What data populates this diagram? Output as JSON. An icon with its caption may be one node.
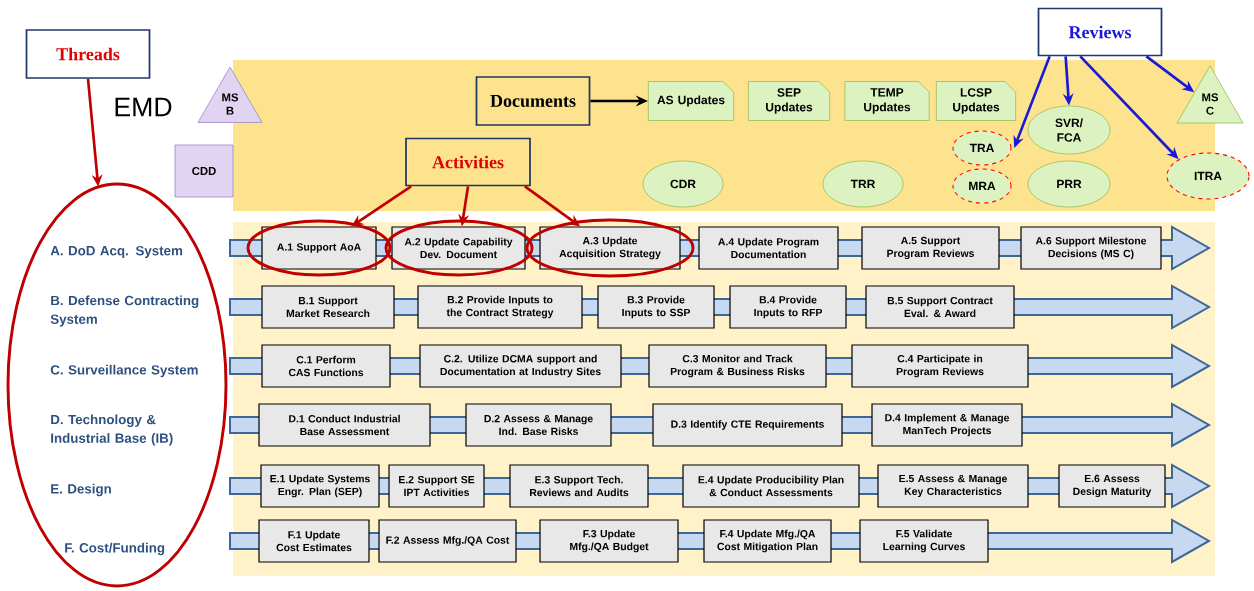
{
  "diagram": {
    "nodes": [
      {
        "text": [
          "Threads"
        ]
      },
      {
        "text": [
          "A. DoD Acq. System",
          "B. Defense Contracting System",
          "C. Surveillance System",
          "D. Technology & Industrial Base (IB)",
          "E. Design",
          "F. Cost/Funding"
        ]
      },
      {
        "text": [
          "MS B"
        ]
      },
      {
        "text": [
          "CDD"
        ]
      },
      {
        "text": [
          "Documents"
        ]
      },
      {
        "text": [
          "AS Updates"
        ]
      },
      {
        "text": [
          "SEP Updates"
        ]
      },
      {
        "text": [
          "TEMP Updates"
        ]
      },
      {
        "text": [
          "LCSP Updates"
        ]
      },
      {
        "text": [
          "Reviews"
        ]
      },
      {
        "text": [
          "MS C"
        ]
      },
      {
        "text": [
          "SVR/ FCA"
        ]
      },
      {
        "text": [
          "Activities"
        ]
      },
      {
        "text": [
          "TRA"
        ]
      },
      {
        "text": [
          "CDR"
        ]
      },
      {
        "text": [
          "TRR"
        ]
      },
      {
        "text": [
          "MRA"
        ]
      },
      {
        "text": [
          "PRR"
        ]
      },
      {
        "text": [
          "ITRA"
        ]
      },
      {
        "text": [
          "A.1 Support AoA"
        ]
      },
      {
        "text": [
          "A.2 Update Capability Dev. Document"
        ]
      },
      {
        "text": [
          "A.3 Update Acquisition Strategy"
        ]
      },
      {
        "text": [
          "A.4 Update Program Documentation"
        ]
      },
      {
        "text": [
          "A.5 Support Program Reviews"
        ]
      },
      {
        "text": [
          "A.6 Support Milestone Decisions (MS C)"
        ]
      },
      {
        "text": [
          "B.1 Support Market Research"
        ]
      },
      {
        "text": [
          "B.2 Provide Inputs to the Contract Strategy"
        ]
      },
      {
        "text": [
          "B.3 Provide Inputs to SSP"
        ]
      },
      {
        "text": [
          "B.4 Provide Inputs to RFP"
        ]
      },
      {
        "text": [
          "B.5 Support Contract Eval. & Award"
        ]
      },
      {
        "text": [
          "C.1 Perform CAS Functions"
        ]
      },
      {
        "text": [
          "C.2. Utilize DCMA support and Documentation at Industry Sites"
        ]
      },
      {
        "text": [
          "C.3 Monitor and Track Program & Business Risks"
        ]
      },
      {
        "text": [
          "C.4 Participate in Program Reviews"
        ]
      },
      {
        "text": [
          "D.1 Conduct Industrial Base Assessment"
        ]
      },
      {
        "text": [
          "D.2 Assess & Manage Ind. Base Risks"
        ]
      },
      {
        "text": [
          "D.3 Identify CTE Requirements"
        ]
      },
      {
        "text": [
          "D.4 Implement & Manage ManTech Projects"
        ]
      },
      {
        "text": [
          "E.1 Update Systems Engr. Plan (SEP)"
        ]
      },
      {
        "text": [
          "E.2 Support SE IPT Activities"
        ]
      },
      {
        "text": [
          "E.3 Support Tech. Reviews and Audits"
        ]
      },
      {
        "text": [
          "E.4 Update Producibility Plan & Conduct Assessments"
        ]
      },
      {
        "text": [
          "E.5 Assess & Manage Key Characteristics"
        ]
      },
      {
        "text": [
          "E.6 Assess Design Maturity"
        ]
      },
      {
        "text": [
          "F.1 Update Cost Estimates"
        ]
      },
      {
        "text": [
          "F.2 Assess Mfg./QA Cost"
        ]
      },
      {
        "text": [
          "F.3  Update Mfg./QA Budget"
        ]
      },
      {
        "text": [
          "F.4 Update Mfg./QA Cost Mitigation Plan"
        ]
      },
      {
        "text": [
          "F.5 Validate Learning Curves"
        ]
      }
    ],
    "edges": [
      {
        "from": 0,
        "to": 1,
        "arrow": "to",
        "color": "#c00000"
      },
      {
        "from": 4,
        "to": 5,
        "arrow": "to",
        "color": "#000000"
      },
      {
        "from": 12,
        "to": 19,
        "arrow": "to",
        "color": "#c00000"
      },
      {
        "from": 12,
        "to": 20,
        "arrow": "to",
        "color": "#c00000"
      },
      {
        "from": 12,
        "to": 21,
        "arrow": "to",
        "color": "#c00000"
      },
      {
        "from": 9,
        "to": 13,
        "arrow": "to",
        "color": "#1a1ad6"
      },
      {
        "from": 9,
        "to": 11,
        "arrow": "to",
        "color": "#1a1ad6"
      },
      {
        "from": 9,
        "to": 18,
        "arrow": "to",
        "color": "#1a1ad6"
      },
      {
        "from": 9,
        "to": 10,
        "arrow": "to",
        "color": "#1a1ad6"
      }
    ],
    "labels": [
      "EMD"
    ]
  }
}
